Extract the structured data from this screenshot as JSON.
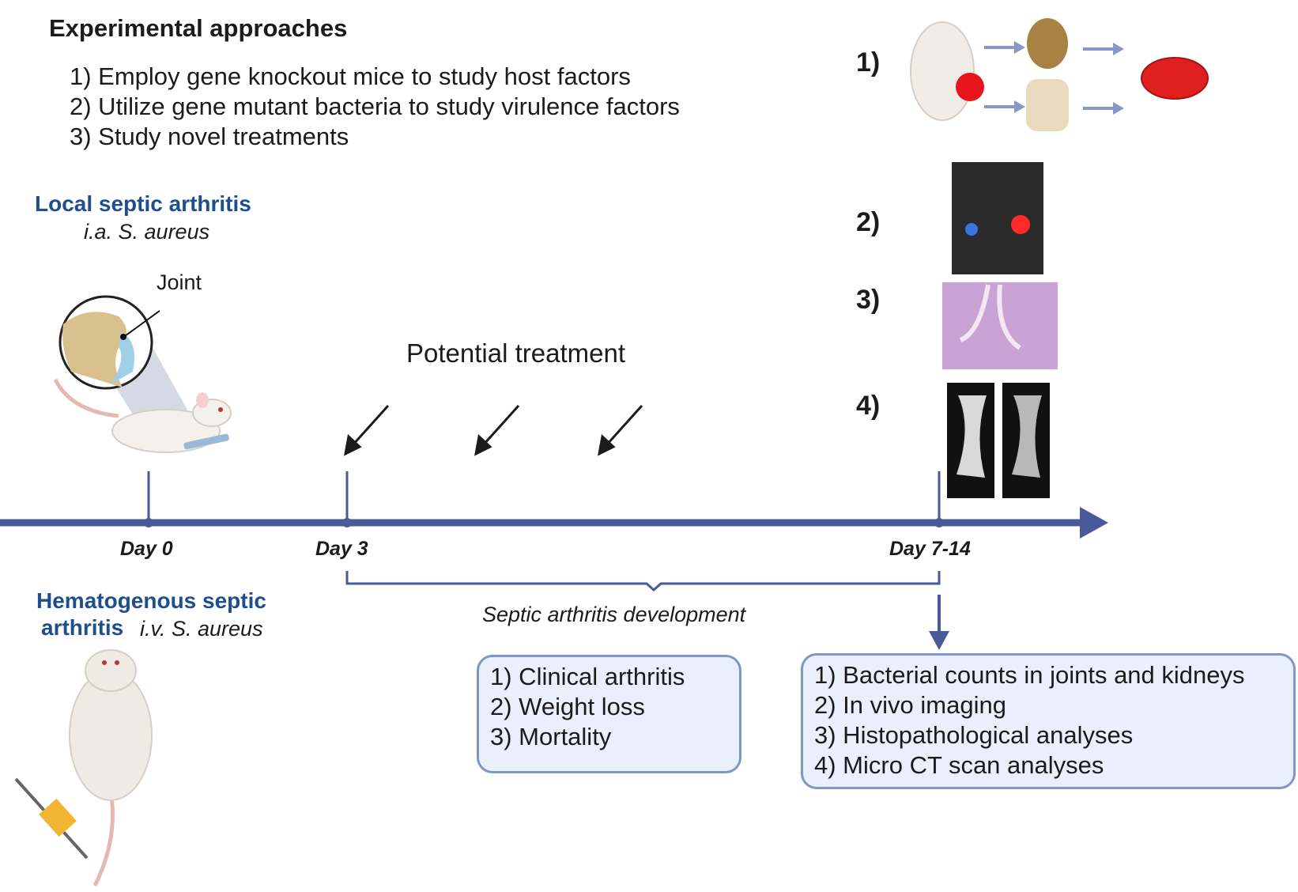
{
  "approaches": {
    "title": "Experimental approaches",
    "items": [
      "1) Employ gene knockout mice to study host factors",
      "2) Utilize gene mutant bacteria to study virulence factors",
      "3) Study novel treatments"
    ]
  },
  "local_model": {
    "title": "Local septic arthritis",
    "route": "i.a. S. aureus",
    "joint_label": "Joint"
  },
  "hematogenous_model": {
    "title_line1": "Hematogenous septic",
    "title_line2": "arthritis",
    "route": "i.v. S. aureus"
  },
  "treatment_label": "Potential treatment",
  "timeline": {
    "day0": "Day 0",
    "day3": "Day 3",
    "day7_14": "Day 7-14",
    "development_label": "Septic arthritis development"
  },
  "clinical_box": [
    "1) Clinical arthritis",
    "2) Weight loss",
    "3) Mortality"
  ],
  "endpoint_box": [
    "1) Bacterial counts in joints and kidneys",
    "2) In vivo imaging",
    "3) Histopathological analyses",
    "4) Micro CT scan analyses"
  ],
  "panel_numbers": [
    "1)",
    "2)",
    "3)",
    "4)"
  ],
  "colors": {
    "timeline": "#4a5a99",
    "title_blue": "#1f4e8c",
    "box_border": "#7e97c9",
    "box_fill": "#e9f0fb"
  }
}
